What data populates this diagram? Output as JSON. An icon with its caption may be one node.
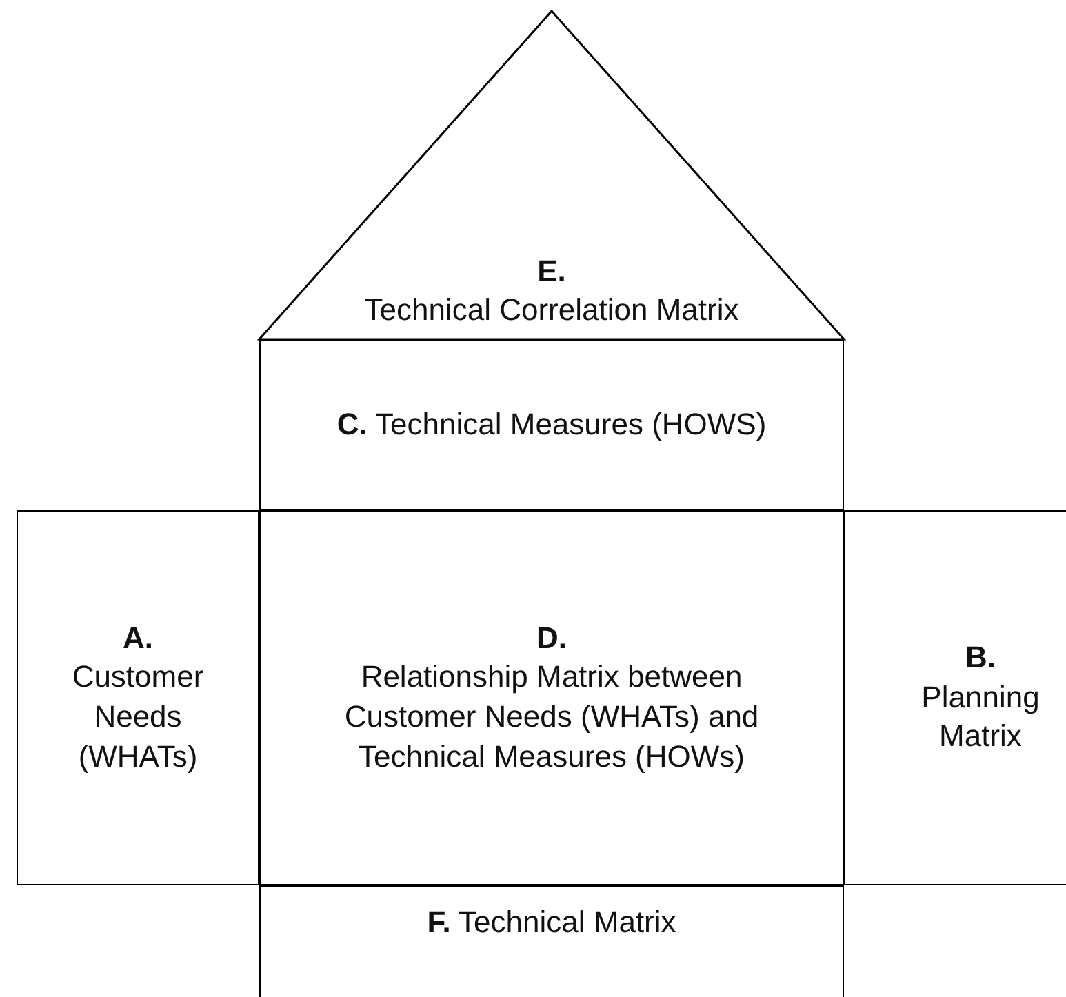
{
  "diagram": {
    "nodes": [
      {
        "text": [
          "E.",
          "Technical Correlation Matrix"
        ]
      },
      {
        "text": [
          "**C.** Technical Measures (HOWS)"
        ]
      },
      {
        "text": [
          "A.",
          "Customer Needs (WHATs)"
        ]
      },
      {
        "text": [
          "D.",
          "Relationship Matrix between Customer Needs (WHATs) and Technical Measures (HOWs)"
        ]
      },
      {
        "text": [
          "B.",
          "Planning Matrix"
        ]
      },
      {
        "text": [
          "**F.** Technical Matrix"
        ]
      }
    ]
  }
}
